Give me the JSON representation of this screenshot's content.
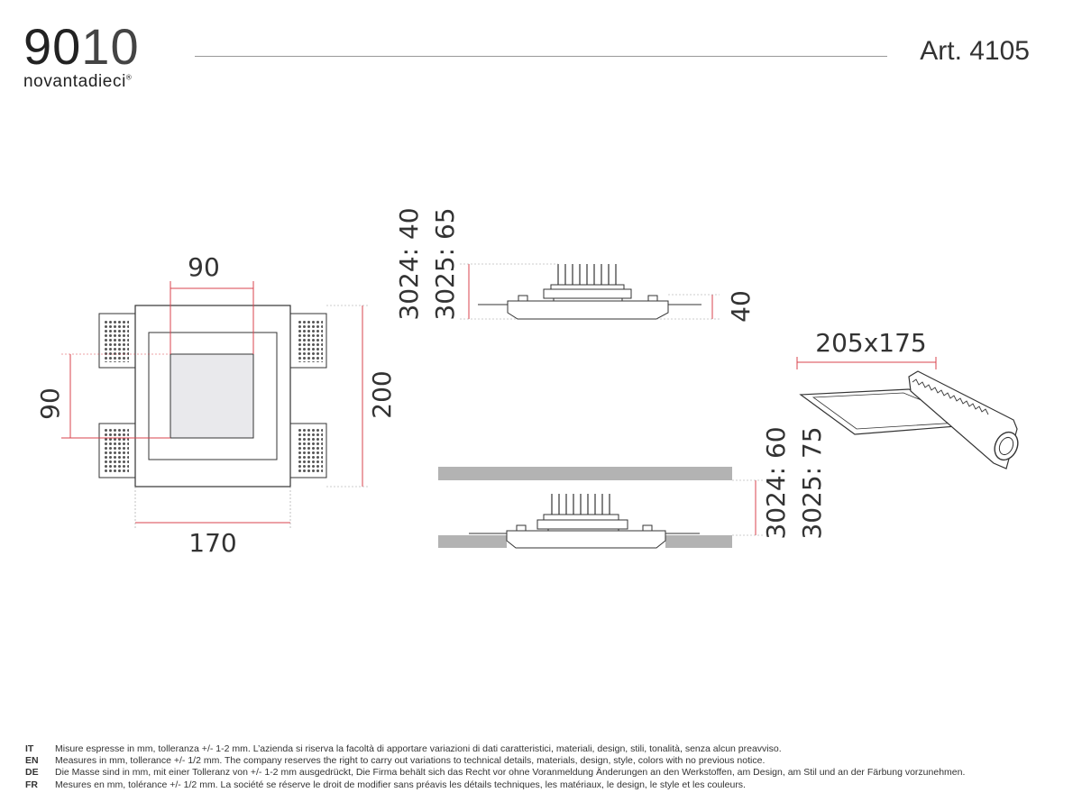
{
  "header": {
    "logo_num_bold": "90",
    "logo_num_thin": "10",
    "logo_word": "novantadieci",
    "logo_reg": "®",
    "art_prefix": "Art.",
    "art_number": "4105"
  },
  "dimensions": {
    "top_width": "90",
    "left_height": "90",
    "right_height": "200",
    "bottom_width": "170",
    "profile_a_left_1": "3024: 40",
    "profile_a_left_2": "3025: 65",
    "profile_a_right": "40",
    "cutout": "205x175",
    "profile_b_1": "3024: 60",
    "profile_b_2": "3025: 75"
  },
  "notes": [
    {
      "code": "IT",
      "text": "Misure espresse in mm, tolleranza +/- 1-2 mm. L’azienda si riserva la facoltà di apportare variazioni di dati caratteristici, materiali, design, stili, tonalità, senza alcun preavviso."
    },
    {
      "code": "EN",
      "text": "Measures in mm, tollerance +/- 1/2 mm. The company reserves the right to carry out variations to technical details, materials, design, style, colors with no previous notice."
    },
    {
      "code": "DE",
      "text": "Die Masse sind in mm, mit einer Tolleranz von +/- 1-2 mm ausgedrückt, Die Firma behält sich das Recht vor ohne Voranmeldung Änderungen an den Werkstoffen, am Design, am Stil und an der Färbung vorzunehmen."
    },
    {
      "code": "FR",
      "text": "Mesures en mm, tolérance +/- 1/2 mm. La société se réserve le droit de modifier sans préavis les détails techniques, les matériaux, le design, le style et les couleurs."
    }
  ],
  "colors": {
    "dimension_line": "#d9434e",
    "outline": "#333333",
    "fill_gray": "#b3b3b3",
    "panel": "#e9e9ec"
  }
}
